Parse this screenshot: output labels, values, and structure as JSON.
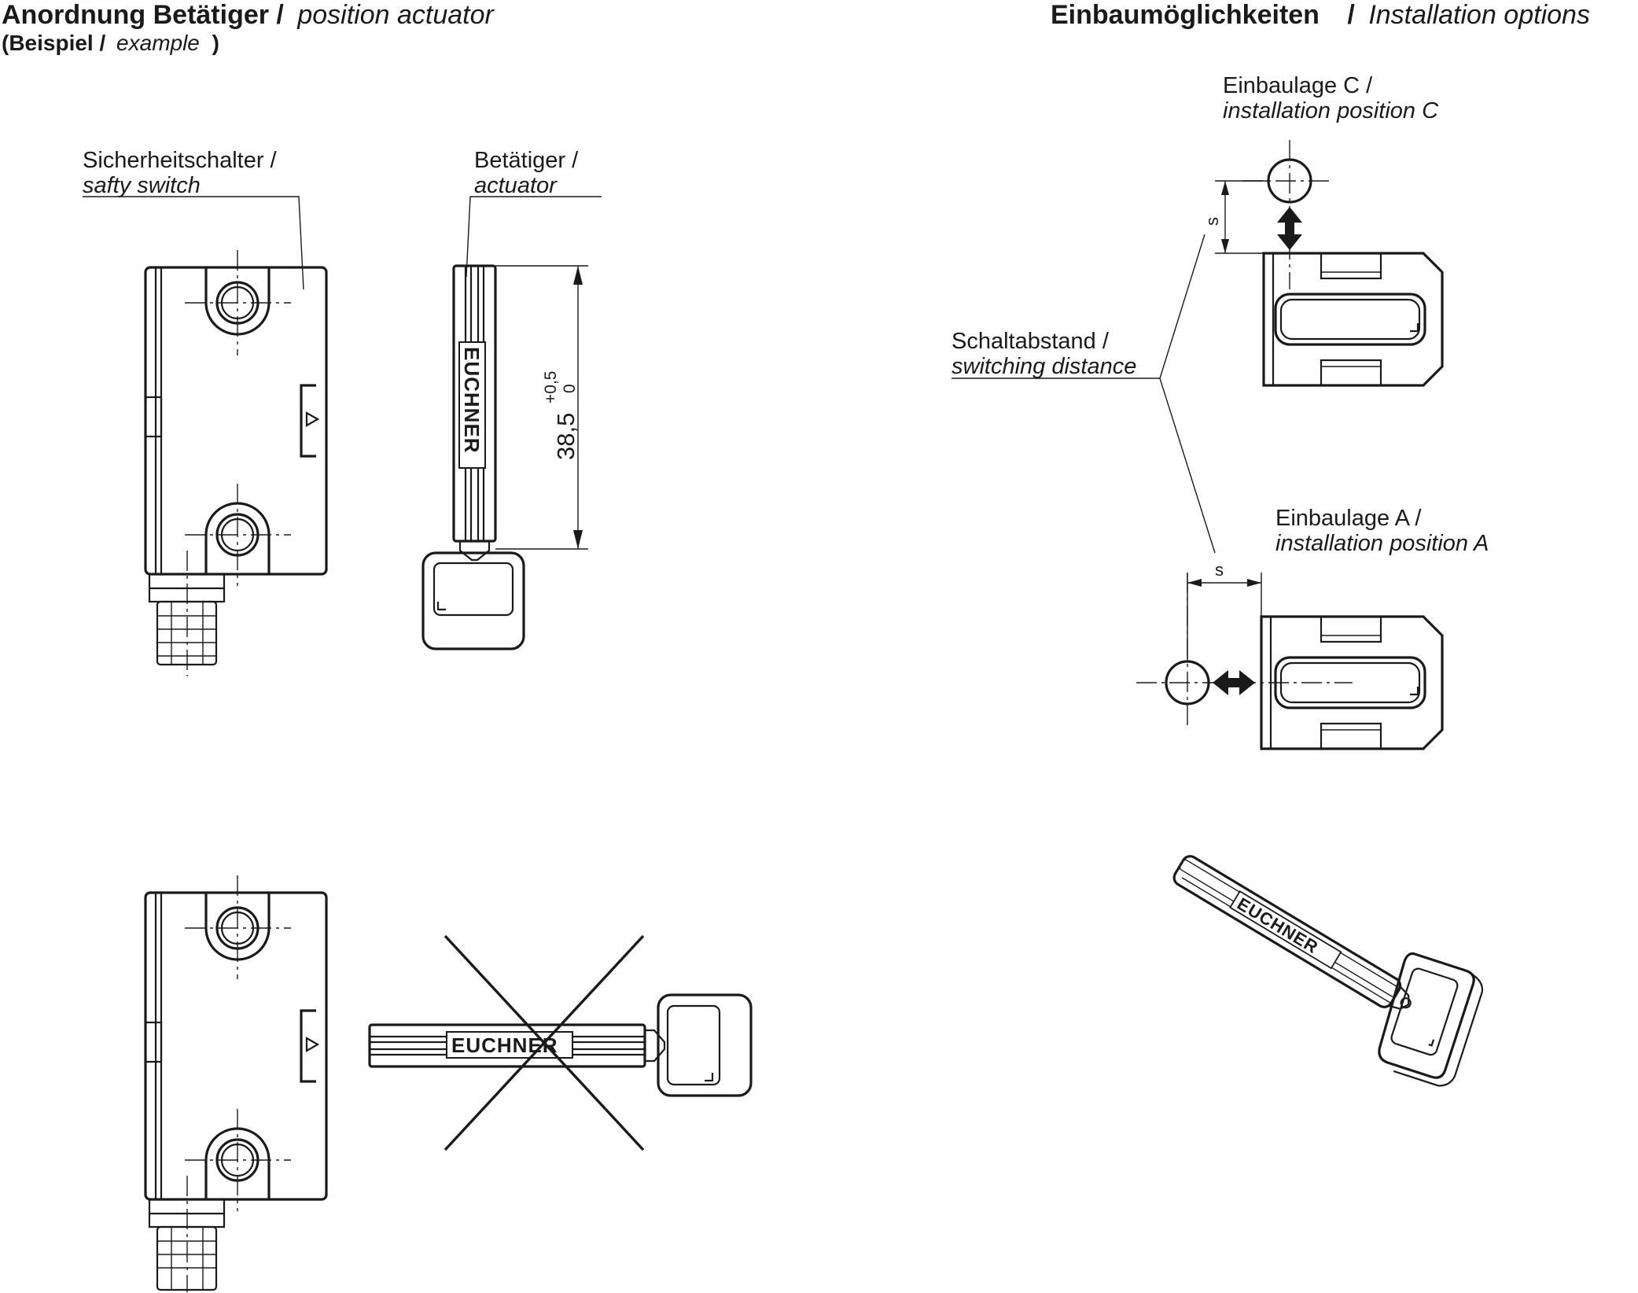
{
  "left_section": {
    "title_de": "Anordnung Betätiger /",
    "title_en": "position actuator",
    "subtitle_open": "(Beispiel /",
    "subtitle_en": "example",
    "subtitle_close": ")"
  },
  "right_section": {
    "title_de": "Einbaumöglichkeiten",
    "title_sep": "/",
    "title_en": "Installation options"
  },
  "labels": {
    "safety_switch_de": "Sicherheitschalter /",
    "safety_switch_en": "safty switch",
    "actuator_de": "Betätiger /",
    "actuator_en": "actuator",
    "dimension_value": "38,5",
    "tol_upper": "+0,5",
    "tol_lower": "0",
    "pos_c_de": "Einbaulage C /",
    "pos_c_en": "installation position C",
    "pos_a_de": "Einbaulage A /",
    "pos_a_en": "installation position A",
    "switching_de": "Schaltabstand /",
    "switching_en": "switching distance",
    "s_symbol": "s",
    "s_symbol_a": "s"
  },
  "brand": {
    "mark_vertical": "EUCHNER",
    "mark_horizontal": "EUCHNER",
    "mark_iso": "EUCHNER"
  },
  "colors": {
    "line": "#1a1a1a",
    "background": "#ffffff"
  }
}
